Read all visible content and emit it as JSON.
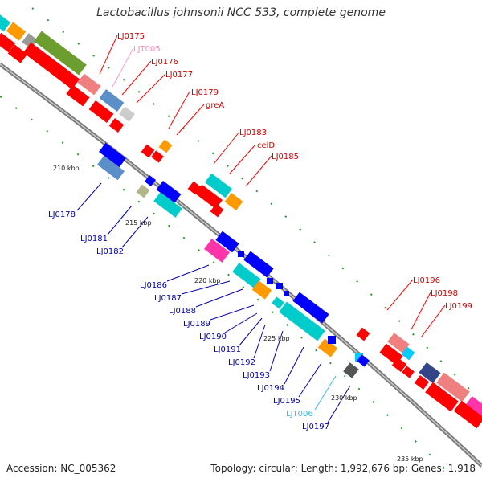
{
  "title": "Lactobacillus johnsonii NCC 533, complete genome",
  "footer": {
    "accession": "Accession: NC_005362",
    "info": "Topology: circular; Length: 1,992,676 bp; Genes: 1,918"
  },
  "kbp_ticks": [
    "210 kbp",
    "215 kbp",
    "220 kbp",
    "225 kbp",
    "230 kbp",
    "235 kbp"
  ],
  "labels_top": [
    "LJ0175",
    "LJT005",
    "LJ0176",
    "LJ0177",
    "LJ0179",
    "greA",
    "LJ0183",
    "celD",
    "LJ0185",
    "LJ0196",
    "LJ0198",
    "LJ0199"
  ],
  "labels_bottom": [
    "LJ0178",
    "LJ0181",
    "LJ0182",
    "LJ0186",
    "LJ0187",
    "LJ0188",
    "LJ0189",
    "LJ0190",
    "LJ0191",
    "LJ0192",
    "LJ0193",
    "LJ0194",
    "LJ0195",
    "LJT006",
    "LJ0197"
  ],
  "colors": {
    "forward_cds": "#ff0000",
    "reverse_cds": "#0000ff",
    "trna": "#ff99cc",
    "cyan": "#00cccc",
    "orange": "#ff9900",
    "steel": "#5b8fc7",
    "olive": "#6b9e2e",
    "magenta": "#ff33aa",
    "gray": "#bbbbbb"
  }
}
